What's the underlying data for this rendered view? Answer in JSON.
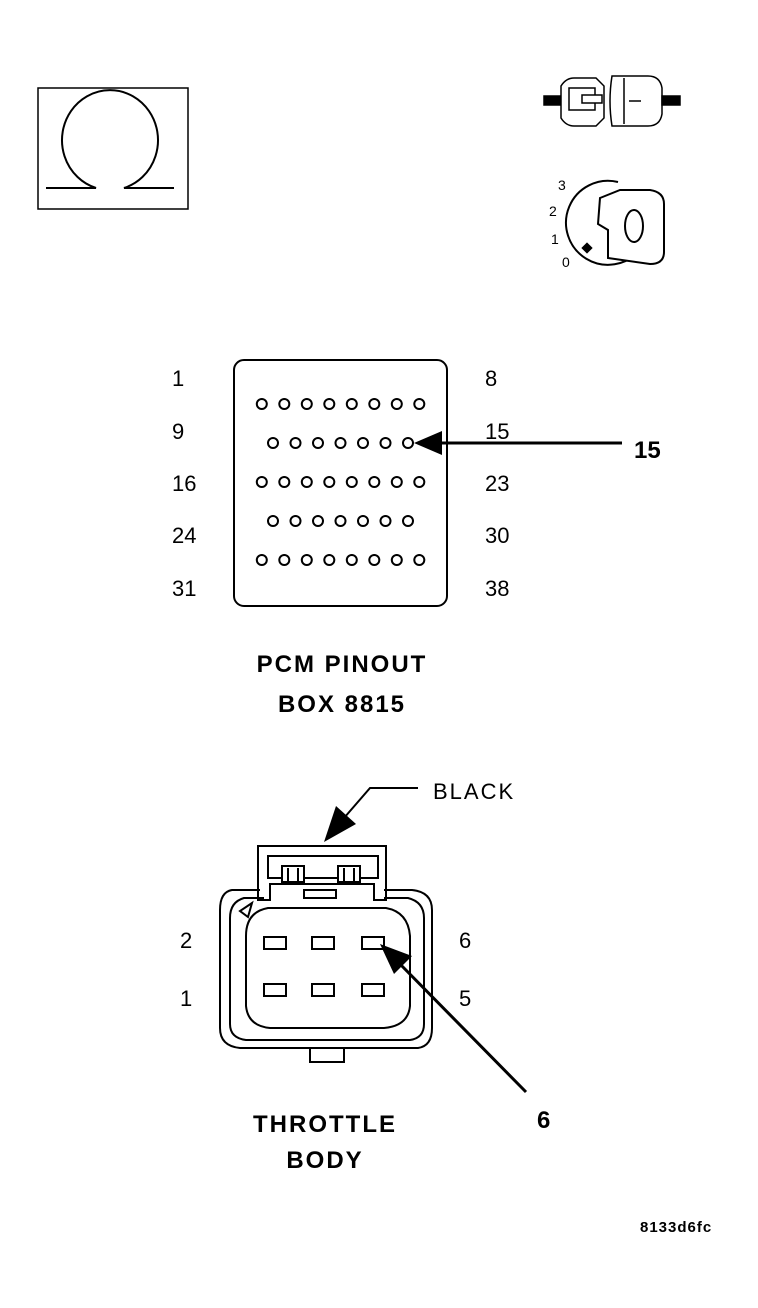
{
  "icons": {
    "ohmmeter": "ohmmeter-icon",
    "connector": "disconnected-connector-icon",
    "ignition": "ignition-key-icon"
  },
  "ignition_positions": [
    "3",
    "2",
    "1",
    "0"
  ],
  "ignition_key_label": "O",
  "pcm": {
    "left_labels": [
      "1",
      "9",
      "16",
      "24",
      "31"
    ],
    "right_labels": [
      "8",
      "15",
      "23",
      "30",
      "38"
    ],
    "row_pin_counts": [
      8,
      7,
      8,
      7,
      8
    ],
    "callout": "15",
    "title_line1": "PCM PINOUT",
    "title_line2": "BOX 8815"
  },
  "throttle": {
    "color_label": "BLACK",
    "left_labels": [
      "2",
      "1"
    ],
    "right_labels": [
      "6",
      "5"
    ],
    "callout": "6",
    "title_line1": "THROTTLE",
    "title_line2": "BODY"
  },
  "figure_id": "8133d6fc"
}
